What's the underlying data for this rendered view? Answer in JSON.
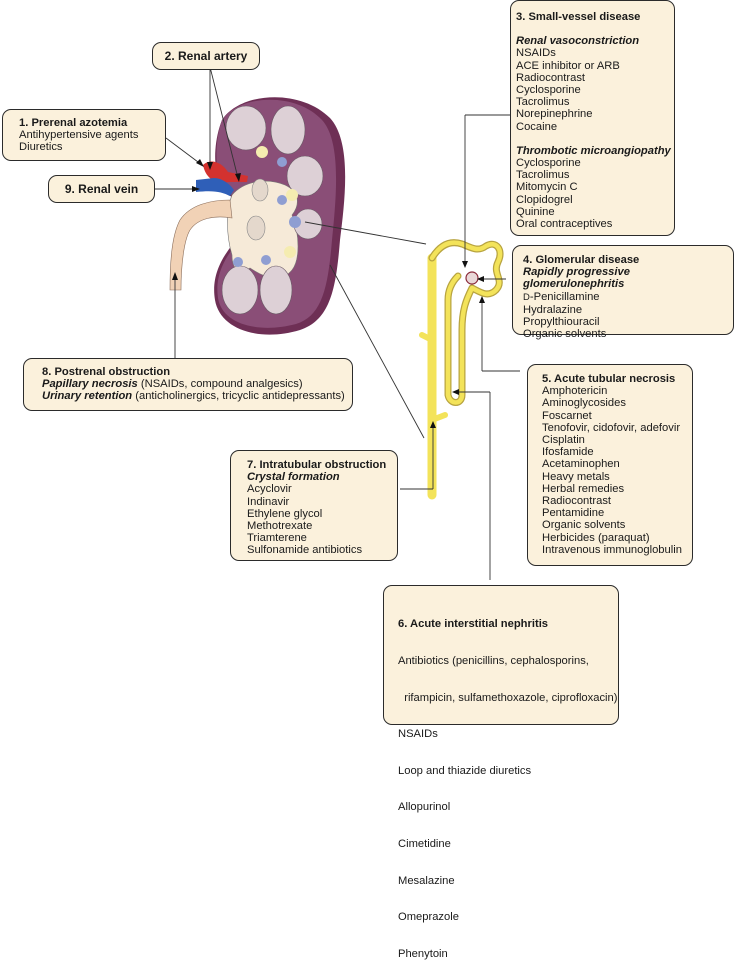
{
  "boxes": {
    "prerenal": {
      "title": "1. Prerenal azotemia",
      "items": [
        "Antihypertensive agents",
        "Diuretics"
      ]
    },
    "renal_artery": {
      "title": "2. Renal artery"
    },
    "small_vessel": {
      "title": "3. Small-vessel disease",
      "groups": [
        {
          "subtitle": "Renal vasoconstriction",
          "items": [
            "NSAIDs",
            "ACE inhibitor or ARB",
            "Radiocontrast",
            "Cyclosporine",
            "Tacrolimus",
            "Norepinephrine",
            "Cocaine"
          ]
        },
        {
          "subtitle": "Thrombotic microangiopathy",
          "items": [
            "Cyclosporine",
            "Tacrolimus",
            "Mitomycin C",
            "Clopidogrel",
            "Quinine",
            "Oral contraceptives"
          ]
        }
      ]
    },
    "glomerular": {
      "title": "4. Glomerular disease",
      "subtitle": "Rapidly progressive glomerulonephritis",
      "prefix": "D",
      "items": [
        "-Penicillamine",
        "Hydralazine",
        "Propylthiouracil",
        "Organic solvents"
      ]
    },
    "atn": {
      "title": "5. Acute tubular necrosis",
      "items": [
        "Amphotericin",
        "Aminoglycosides",
        "Foscarnet",
        "Tenofovir, cidofovir, adefovir",
        "Cisplatin",
        "Ifosfamide",
        "Acetaminophen",
        "Heavy metals",
        "Herbal remedies",
        "Radiocontrast",
        "Pentamidine",
        "Organic solvents",
        "Herbicides (paraquat)",
        "Intravenous immunoglobulin"
      ]
    },
    "ain": {
      "title": "6. Acute interstitial nephritis",
      "items": [
        "Antibiotics (penicillins, cephalosporins,",
        "  rifampicin, sulfamethoxazole, ciprofloxacin)",
        "NSAIDs",
        "Loop and thiazide diuretics",
        "Allopurinol",
        "Cimetidine",
        "Mesalazine",
        "Omeprazole",
        "Phenytoin"
      ]
    },
    "intratubular": {
      "title": "7. Intratubular obstruction",
      "subtitle": "Crystal formation",
      "items": [
        "Acyclovir",
        "Indinavir",
        "Ethylene glycol",
        "Methotrexate",
        "Triamterene",
        "Sulfonamide antibiotics"
      ]
    },
    "postrenal": {
      "title": "8. Postrenal obstruction",
      "lines": [
        {
          "em": "Papillary necrosis",
          "text": " (NSAIDs, compound analgesics)"
        },
        {
          "em": "Urinary retention",
          "text": " (anticholinergics, tricyclic antidepressants)"
        }
      ]
    },
    "renal_vein": {
      "title": "9. Renal vein"
    }
  },
  "colors": {
    "box_fill": "#fbf1dc",
    "kidney_cortex": "#8a4e77",
    "kidney_capsule": "#6e2f55",
    "pyramid": "#ddd0d6",
    "pelvis": "#f6ead8",
    "ureter": "#f1d2b6",
    "artery": "#d3322f",
    "vein": "#2f5fb8",
    "calyx_fat": "#f5ecb0",
    "calyx_blue": "#8f9ed2",
    "nephron": "#f3e35a"
  }
}
